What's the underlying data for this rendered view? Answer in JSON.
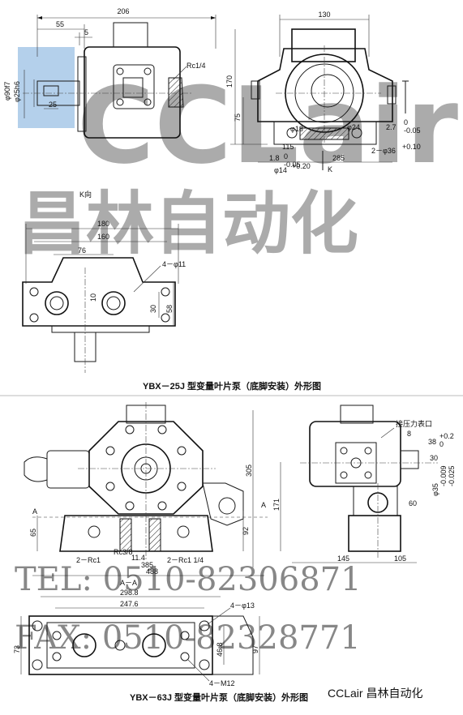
{
  "watermark": {
    "brand": "CCLair",
    "company_cn": "昌林自动化",
    "tel": "TEL: 0510-82306871",
    "fax": "FAX: 0510-82328771",
    "footer": "CCLair 昌林自动化",
    "color": "#1f6fb8"
  },
  "drawing1": {
    "caption": "YBX－25J 型变量叶片泵（底脚安装）外形图",
    "view_label": "K向",
    "dims": {
      "d206": "206",
      "d55": "55",
      "d5": "5",
      "d130": "130",
      "rc14": "Rc1/4",
      "d170": "170",
      "d75": "75",
      "phi90": "φ90f7",
      "phi25": "φ25h6",
      "d25": "25",
      "phi18": "φ18",
      "phi24": "φ24",
      "d27": "2.7",
      "d27tol": "0\n-0.05",
      "d115": "115",
      "d2phi36": "2－φ36",
      "d2phi36tol": "+0.10",
      "d18": "1.8",
      "d18tol": "0\n-0.05",
      "d285": "285",
      "phi14": "φ14",
      "phi14tol": "+0.20",
      "k": "K",
      "d180": "180",
      "d160": "160",
      "d76": "76",
      "d4phi11": "4－φ11",
      "d10": "10",
      "d30": "30",
      "d58": "58"
    }
  },
  "drawing2": {
    "caption": "YBX－63J 型变量叶片泵（底脚安装）外形图",
    "section": "A－A",
    "dims": {
      "d305": "305",
      "d171": "171",
      "d65": "65",
      "d92": "92",
      "a1": "A",
      "a2": "A",
      "rc1": "2－Rc1",
      "rc38": "Rc3/8",
      "d114": "11.4",
      "d385": "385",
      "rc114": "2－Rc1 1/4",
      "d488": "488",
      "gauge": "接压力表口",
      "d8": "8",
      "d38": "38",
      "d38tol": "+0.2\n0",
      "d30": "30",
      "d60": "60",
      "phi35": "φ35",
      "phi35tol": "-0.009\n-0.025",
      "d145": "145",
      "d105": "105",
      "d2988": "298.8",
      "d2476": "247.6",
      "d4phi13": "4－φ13",
      "d73": "73",
      "d468": "46.8",
      "d97": "97",
      "m12": "4－M12"
    }
  }
}
